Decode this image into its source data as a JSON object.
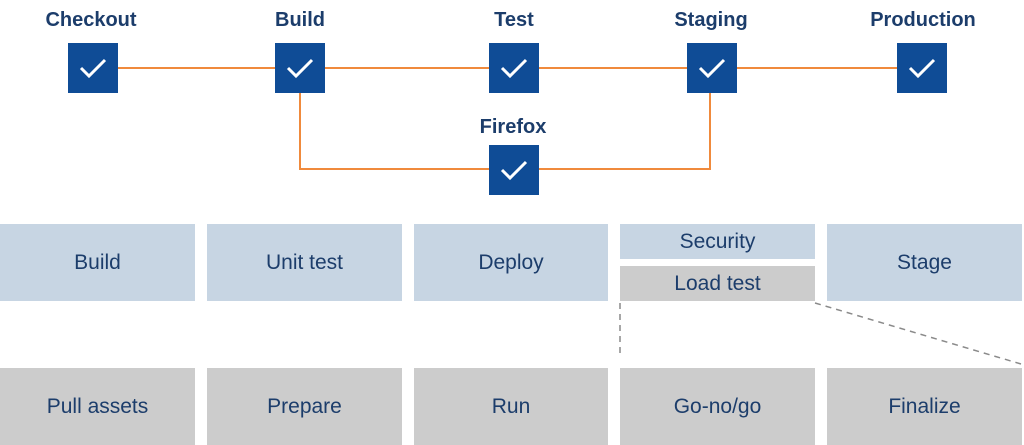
{
  "pipeline": {
    "nodes": {
      "checkout": "Checkout",
      "build": "Build",
      "test": "Test",
      "staging": "Staging",
      "production": "Production",
      "firefox": "Firefox"
    },
    "status_icon": "check-icon",
    "colors": {
      "node_fill": "#0f4c96",
      "connector": "#f08a3c",
      "label_text": "#1c3d6b"
    }
  },
  "stages": {
    "build": "Build",
    "unit_test": "Unit test",
    "deploy": "Deploy",
    "security": "Security",
    "load_test": "Load test",
    "stage": "Stage",
    "colors": {
      "stage_fill": "#c7d5e3",
      "highlight_fill": "#cccccc"
    }
  },
  "steps": {
    "pull_assets": "Pull assets",
    "prepare": "Prepare",
    "run": "Run",
    "go_no_go": "Go-no/go",
    "finalize": "Finalize",
    "colors": {
      "step_fill": "#cccccc"
    }
  }
}
